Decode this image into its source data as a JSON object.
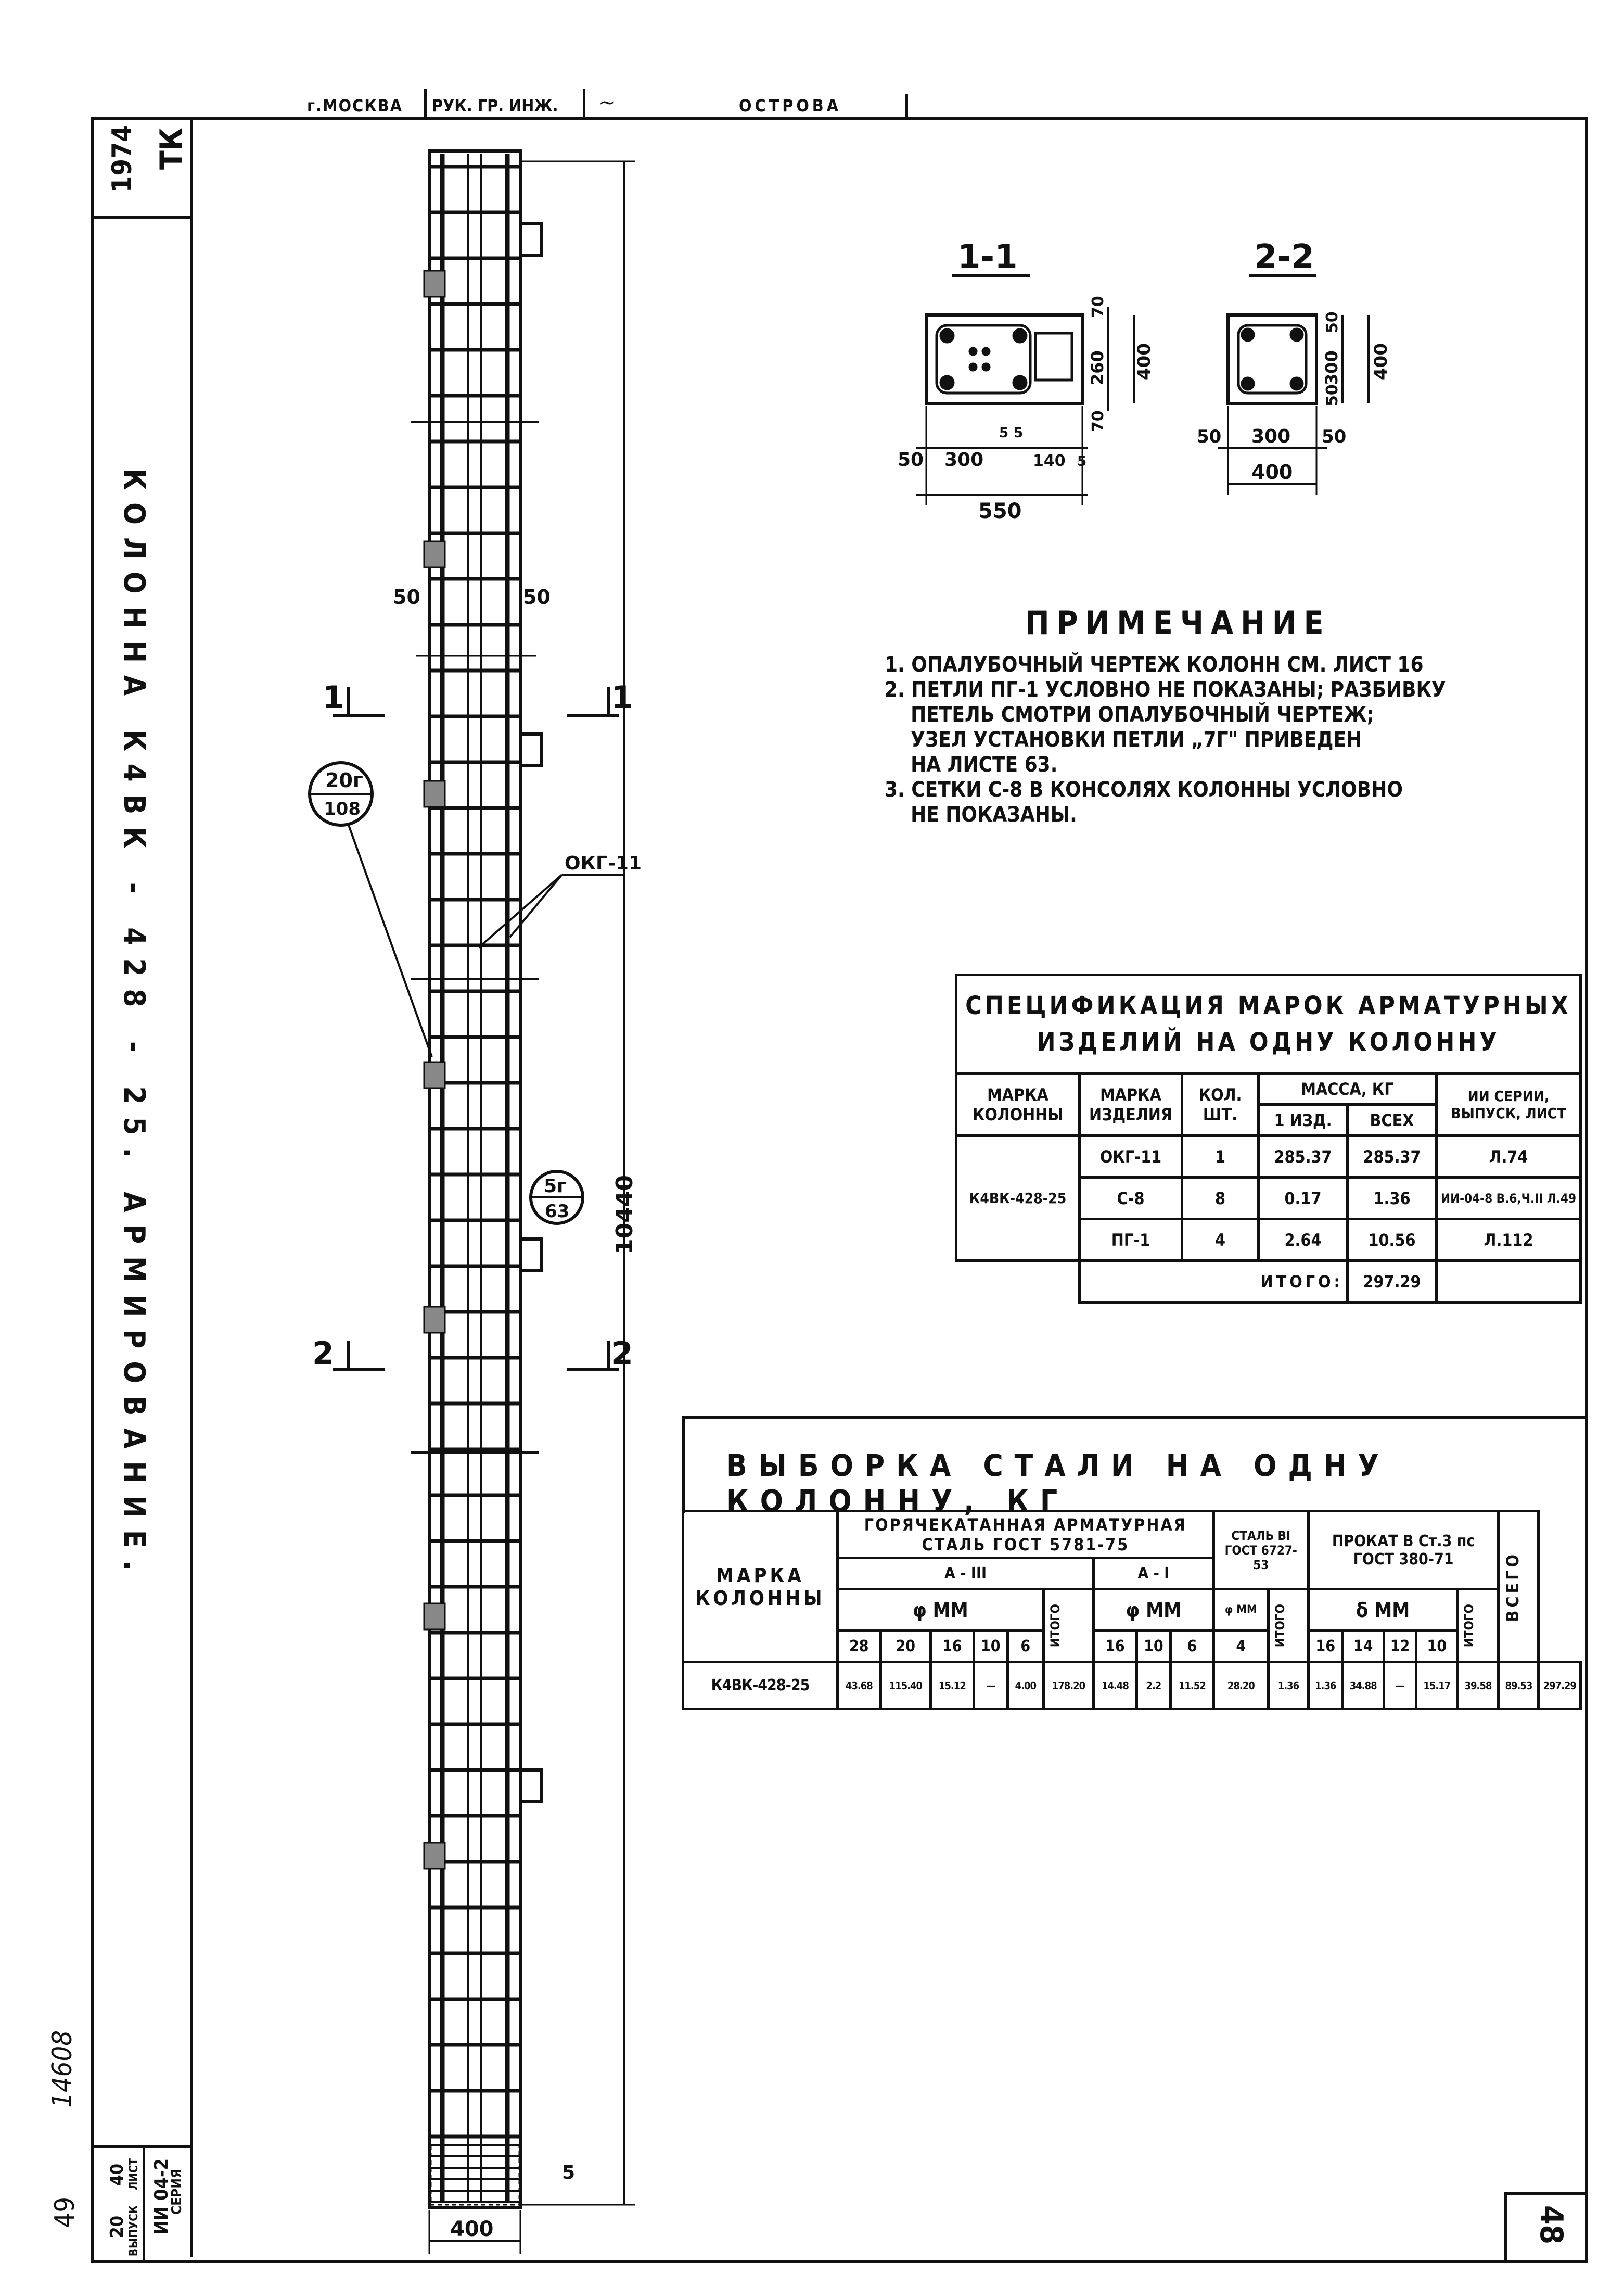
{
  "header": {
    "city": "г.МОСКВА",
    "role": "РУК. ГР. ИНЖ.",
    "name": "ОСТРОВА"
  },
  "left_strip": {
    "series_short": "ТК",
    "year": "1974",
    "title": "КОЛОННА   К4ВК - 428 - 25.   АРМИРОВАНИЕ."
  },
  "archive_number": "14608",
  "archive_sub": "49",
  "stamp": {
    "series_label": "СЕРИЯ",
    "series_value": "ИИ 04-2",
    "issue_label": "ВЫПУСК",
    "issue_value": "20",
    "sheet_label": "ЛИСТ",
    "sheet_value": "40"
  },
  "sheet_number": "48",
  "column_drawing": {
    "total_height": "10440",
    "base_width": "400",
    "bottom_dim": "5",
    "offset_left": "50",
    "offset_right": "50",
    "section_1": "1",
    "section_2": "2",
    "mesh_label": "ОКГ-11",
    "callout_top": "20г",
    "callout_bottom": "108",
    "callout2_top": "5г",
    "callout2_bottom": "63"
  },
  "sections": {
    "s1": {
      "title": "1-1",
      "dims_bottom": [
        "50",
        "300",
        "5",
        "5",
        "140",
        "5"
      ],
      "total_bottom": "550",
      "dims_right": [
        "70",
        "260",
        "70"
      ],
      "total_right": "400"
    },
    "s2": {
      "title": "2-2",
      "dims_bottom": [
        "50",
        "300",
        "50"
      ],
      "total_bottom": "400",
      "dims_right": [
        "50",
        "300",
        "50"
      ],
      "total_right": "400"
    }
  },
  "notes": {
    "title": "ПРИМЕЧАНИЕ",
    "lines": [
      "1. ОПАЛУБОЧНЫЙ ЧЕРТЕЖ КОЛОНН СМ. ЛИСТ 16",
      "2. ПЕТЛИ ПГ-1 УСЛОВНО НЕ ПОКАЗАНЫ; РАЗБИВКУ",
      "    ПЕТЕЛЬ СМОТРИ ОПАЛУБОЧНЫЙ ЧЕРТЕЖ;",
      "    УЗЕЛ УСТАНОВКИ ПЕТЛИ „7Г\" ПРИВЕДЕН",
      "    НА ЛИСТЕ 63.",
      "3. СЕТКИ С-8 В КОНСОЛЯХ КОЛОННЫ УСЛОВНО",
      "    НЕ ПОКАЗАНЫ."
    ]
  },
  "spec_table": {
    "title_line1": "СПЕЦИФИКАЦИЯ МАРОК АРМАТУРНЫХ",
    "title_line2": "ИЗДЕЛИЙ НА ОДНУ КОЛОННУ",
    "headers": {
      "mark_col": "МАРКА КОЛОННЫ",
      "mark_item": "МАРКА ИЗДЕЛИЯ",
      "qty": "КОЛ. ШТ.",
      "mass": "МАССА, КГ",
      "mass_one": "1 ИЗД.",
      "mass_all": "ВСЕХ",
      "ref": "ИИ СЕРИИ, ВЫПУСК, ЛИСТ"
    },
    "column_mark": "К4ВК-428-25",
    "rows": [
      {
        "item": "ОКГ-11",
        "qty": "1",
        "one": "285.37",
        "all": "285.37",
        "ref": "Л.74"
      },
      {
        "item": "С-8",
        "qty": "8",
        "one": "0.17",
        "all": "1.36",
        "ref": "ИИ-04-8 В.6,Ч.II Л.49"
      },
      {
        "item": "ПГ-1",
        "qty": "4",
        "one": "2.64",
        "all": "10.56",
        "ref": "Л.112"
      }
    ],
    "total_label": "ИТОГО:",
    "total_value": "297.29"
  },
  "steel_table": {
    "title": "ВЫБОРКА СТАЛИ НА ОДНУ КОЛОННУ, КГ",
    "h_mark": "МАРКА КОЛОННЫ",
    "h_hot": "ГОРЯЧЕКАТАННАЯ АРМАТУРНАЯ СТАЛЬ ГОСТ 5781-75",
    "h_a3": "А - III",
    "h_a1": "А - I",
    "h_wire": "СТАЛЬ ВI ГОСТ 6727-53",
    "h_rolled": "ПРОКАТ В Ст.3 пс ГОСТ 380-71",
    "h_total": "ВСЕГО",
    "h_dia": "φ ММ",
    "h_thk": "δ ММ",
    "h_itogo": "ИТОГО",
    "d_a3": [
      "28",
      "20",
      "16",
      "10",
      "6"
    ],
    "d_a1": [
      "16",
      "10",
      "6"
    ],
    "d_wire": "4",
    "d_rolled": [
      "16",
      "14",
      "12",
      "10"
    ],
    "row": {
      "mark": "К4ВК-428-25",
      "a3": [
        "43.68",
        "115.40",
        "15.12",
        "—",
        "4.00"
      ],
      "a3_total": "178.20",
      "a1": [
        "14.48",
        "2.2",
        "11.52"
      ],
      "a1_total": "28.20",
      "wire": "1.36",
      "wire_total": "1.36",
      "rolled": [
        "34.88",
        "—",
        "15.17",
        "39.58"
      ],
      "rolled_total": "89.53",
      "grand": "297.29"
    }
  }
}
